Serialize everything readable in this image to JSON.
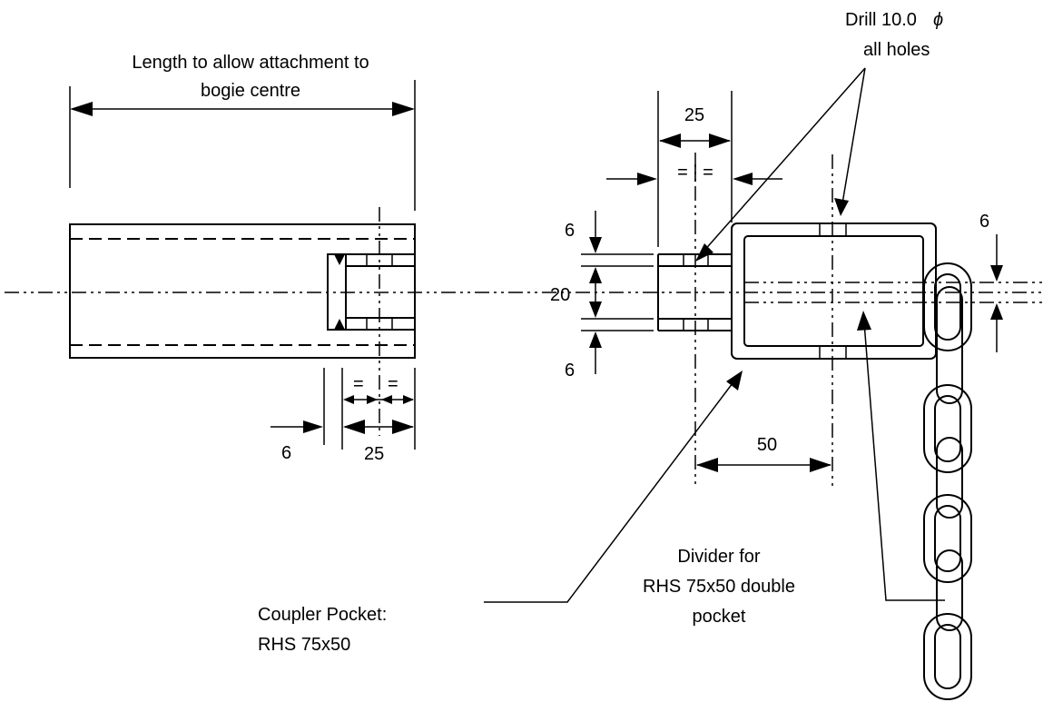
{
  "labels": {
    "drill_line1": "Drill 10.0",
    "drill_phi": "ϕ",
    "drill_line2": "all holes",
    "length_line1": "Length to allow attachment to",
    "length_line2": "bogie centre",
    "dim_25_top": "25",
    "eq_top": "= | =",
    "dim_6_left_top": "6",
    "dim_20": "20",
    "dim_6_left_bottom": "6",
    "dim_6_right": "6",
    "eq_left": "=",
    "eq_right": "=",
    "dim_6_bottom": "6",
    "dim_25_bottom": "25",
    "dim_50": "50",
    "coupler_line1": "Coupler Pocket:",
    "coupler_line2": "RHS 75x50",
    "divider_line1": "Divider for",
    "divider_line2": "RHS 75x50 double",
    "divider_line3": "pocket"
  },
  "colors": {
    "line": "#000000",
    "background": "#ffffff"
  }
}
